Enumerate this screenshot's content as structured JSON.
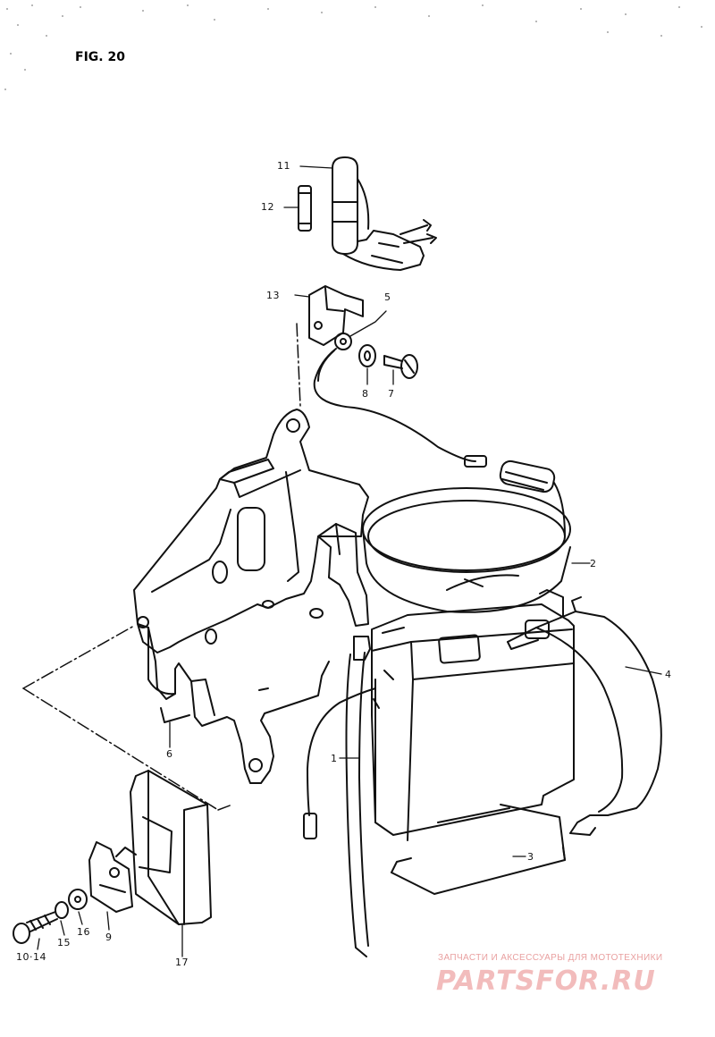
{
  "figure": {
    "title": "FIG. 20"
  },
  "callouts": [
    {
      "id": "c1",
      "text": "11"
    },
    {
      "id": "c2",
      "text": "12"
    },
    {
      "id": "c3",
      "text": "13"
    },
    {
      "id": "c4",
      "text": "5"
    },
    {
      "id": "c5",
      "text": "8"
    },
    {
      "id": "c6",
      "text": "7"
    },
    {
      "id": "c7",
      "text": "2"
    },
    {
      "id": "c8",
      "text": "4"
    },
    {
      "id": "c9",
      "text": "6"
    },
    {
      "id": "c10",
      "text": "3"
    },
    {
      "id": "c11",
      "text": "1"
    },
    {
      "id": "c12",
      "text": "10·14"
    },
    {
      "id": "c13",
      "text": "15"
    },
    {
      "id": "c14",
      "text": "16"
    },
    {
      "id": "c15",
      "text": "9"
    },
    {
      "id": "c16",
      "text": "17"
    }
  ],
  "watermark": {
    "tagline": "ЗАПЧАСТИ И АКСЕССУАРЫ ДЛЯ МОТОТЕХНИКИ",
    "logo": "PARTSFOR.RU",
    "color": "#f2bcbc"
  },
  "colors": {
    "ink": "#111111",
    "background": "#ffffff"
  }
}
